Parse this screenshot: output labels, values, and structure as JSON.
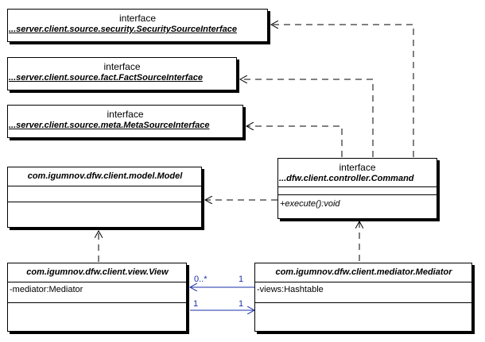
{
  "interfaces": {
    "security": {
      "stereotype": "interface",
      "name": "...server.client.source.security.SecuritySourceInterface"
    },
    "fact": {
      "stereotype": "interface",
      "name": "...server.client.source.fact.FactSourceInterface"
    },
    "meta": {
      "stereotype": "interface",
      "name": "...server.client.source.meta.MetaSourceInterface"
    },
    "command": {
      "stereotype": "interface",
      "name": "...dfw.client.controller.Command",
      "operation": "+execute():void"
    }
  },
  "classes": {
    "model": {
      "name": "com.igumnov.dfw.client.model.Model"
    },
    "view": {
      "name": "com.igumnov.dfw.client.view.View",
      "attribute": "-mediator:Mediator"
    },
    "mediator": {
      "name": "com.igumnov.dfw.client.mediator.Mediator",
      "attribute": "-views:Hashtable"
    }
  },
  "associations": {
    "mediator_to_view": {
      "source_mult": "1",
      "target_mult": "0..*"
    },
    "view_to_mediator": {
      "source_mult": "1",
      "target_mult": "1"
    }
  },
  "colors": {
    "dependency_line": "#000000",
    "association_line": "#1a2fa8"
  }
}
